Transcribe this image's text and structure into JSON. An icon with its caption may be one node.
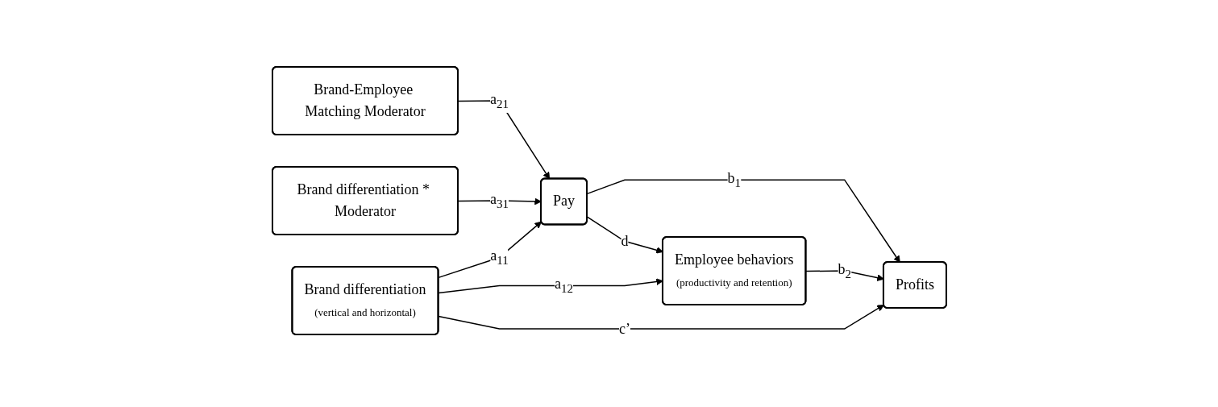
{
  "diagram": {
    "nodes": [
      {
        "text": [
          "Brand-Employee Matching Moderator"
        ]
      },
      {
        "text": [
          "Brand differentiation * Moderator"
        ]
      },
      {
        "text": [
          "Pay"
        ]
      },
      {
        "text": [
          "Employee behaviors",
          "(productivity and retention)"
        ]
      },
      {
        "text": [
          "Brand differentiation",
          "(vertical and horizontal)"
        ]
      },
      {
        "text": [
          "Profits"
        ]
      }
    ],
    "edges": [
      {
        "from": 0,
        "to": 2,
        "arrow": "to",
        "label": "a$_{21}$"
      },
      {
        "from": 1,
        "to": 2,
        "arrow": "to",
        "label": "a$_{31}$"
      },
      {
        "from": 2,
        "to": 3,
        "arrow": "to",
        "label": "d"
      },
      {
        "from": 4,
        "to": 2,
        "arrow": "to",
        "label": "a$_{11}$"
      },
      {
        "from": 4,
        "to": 3,
        "arrow": "to",
        "label": "a$_{12}$"
      },
      {
        "from": 2,
        "to": 5,
        "arrow": "to",
        "label": "b$_{1}$"
      },
      {
        "from": 3,
        "to": 5,
        "arrow": "to",
        "label": "b$_{2}$"
      },
      {
        "from": 4,
        "to": 5,
        "arrow": "to",
        "label": "c’"
      }
    ]
  }
}
